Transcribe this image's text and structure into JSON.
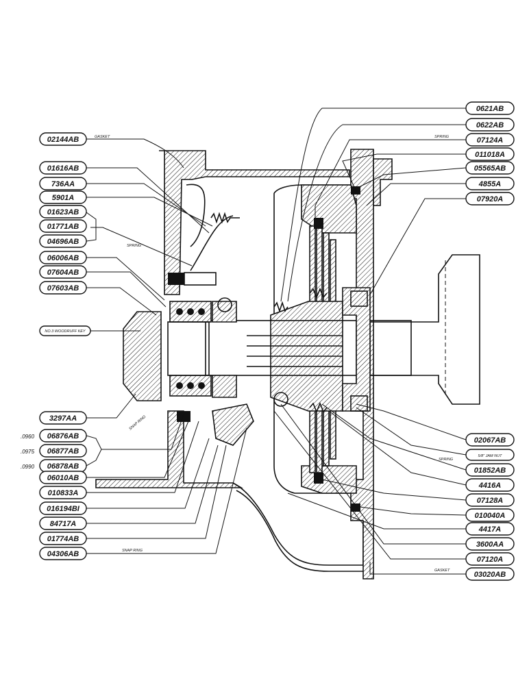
{
  "left_labels": [
    {
      "part": "02144AB",
      "note": "GASKET"
    },
    {
      "part": "01616AB",
      "note": ""
    },
    {
      "part": "736AA",
      "note": ""
    },
    {
      "part": "5901A",
      "note": ""
    },
    {
      "part": "01623AB",
      "note": ""
    },
    {
      "part": "01771AB",
      "note": ""
    },
    {
      "part": "04696AB",
      "note": "SPRING"
    },
    {
      "part": "06006AB",
      "note": ""
    },
    {
      "part": "07604AB",
      "note": ""
    },
    {
      "part": "07603AB",
      "note": ""
    },
    {
      "part": "",
      "note": "NO.3 WOODRUFF KEY"
    },
    {
      "part": "3297AA",
      "note": "SNAP RING"
    },
    {
      "part": "06876AB",
      "note": ""
    },
    {
      "part": "06877AB",
      "note": ""
    },
    {
      "part": "06878AB",
      "note": ""
    },
    {
      "part": "06010AB",
      "note": ""
    },
    {
      "part": "010833A",
      "note": ""
    },
    {
      "part": "016194BI",
      "note": ""
    },
    {
      "part": "84717A",
      "note": ""
    },
    {
      "part": "01774AB",
      "note": ""
    },
    {
      "part": "04306AB",
      "note": "SNAP RING"
    }
  ],
  "right_labels": [
    {
      "part": "0621AB",
      "note": ""
    },
    {
      "part": "0622AB",
      "note": ""
    },
    {
      "part": "07124A",
      "note": "SPRING"
    },
    {
      "part": "011018A",
      "note": ""
    },
    {
      "part": "05565AB",
      "note": ""
    },
    {
      "part": "4855A",
      "note": ""
    },
    {
      "part": "07920A",
      "note": ""
    },
    {
      "part": "02067AB",
      "note": ""
    },
    {
      "part": "",
      "note": "5/8\" JAM NUT"
    },
    {
      "part": "01852AB",
      "note": "SPRING"
    },
    {
      "part": "4416A",
      "note": ""
    },
    {
      "part": "07128A",
      "note": ""
    },
    {
      "part": "010040A",
      "note": ""
    },
    {
      "part": "4417A",
      "note": ""
    },
    {
      "part": "3600AA",
      "note": ""
    },
    {
      "part": "07120A",
      "note": ""
    },
    {
      "part": "03020AB",
      "note": "GASKET"
    }
  ],
  "thickness_notes": [
    ".0960",
    ".0975",
    ".0990"
  ]
}
